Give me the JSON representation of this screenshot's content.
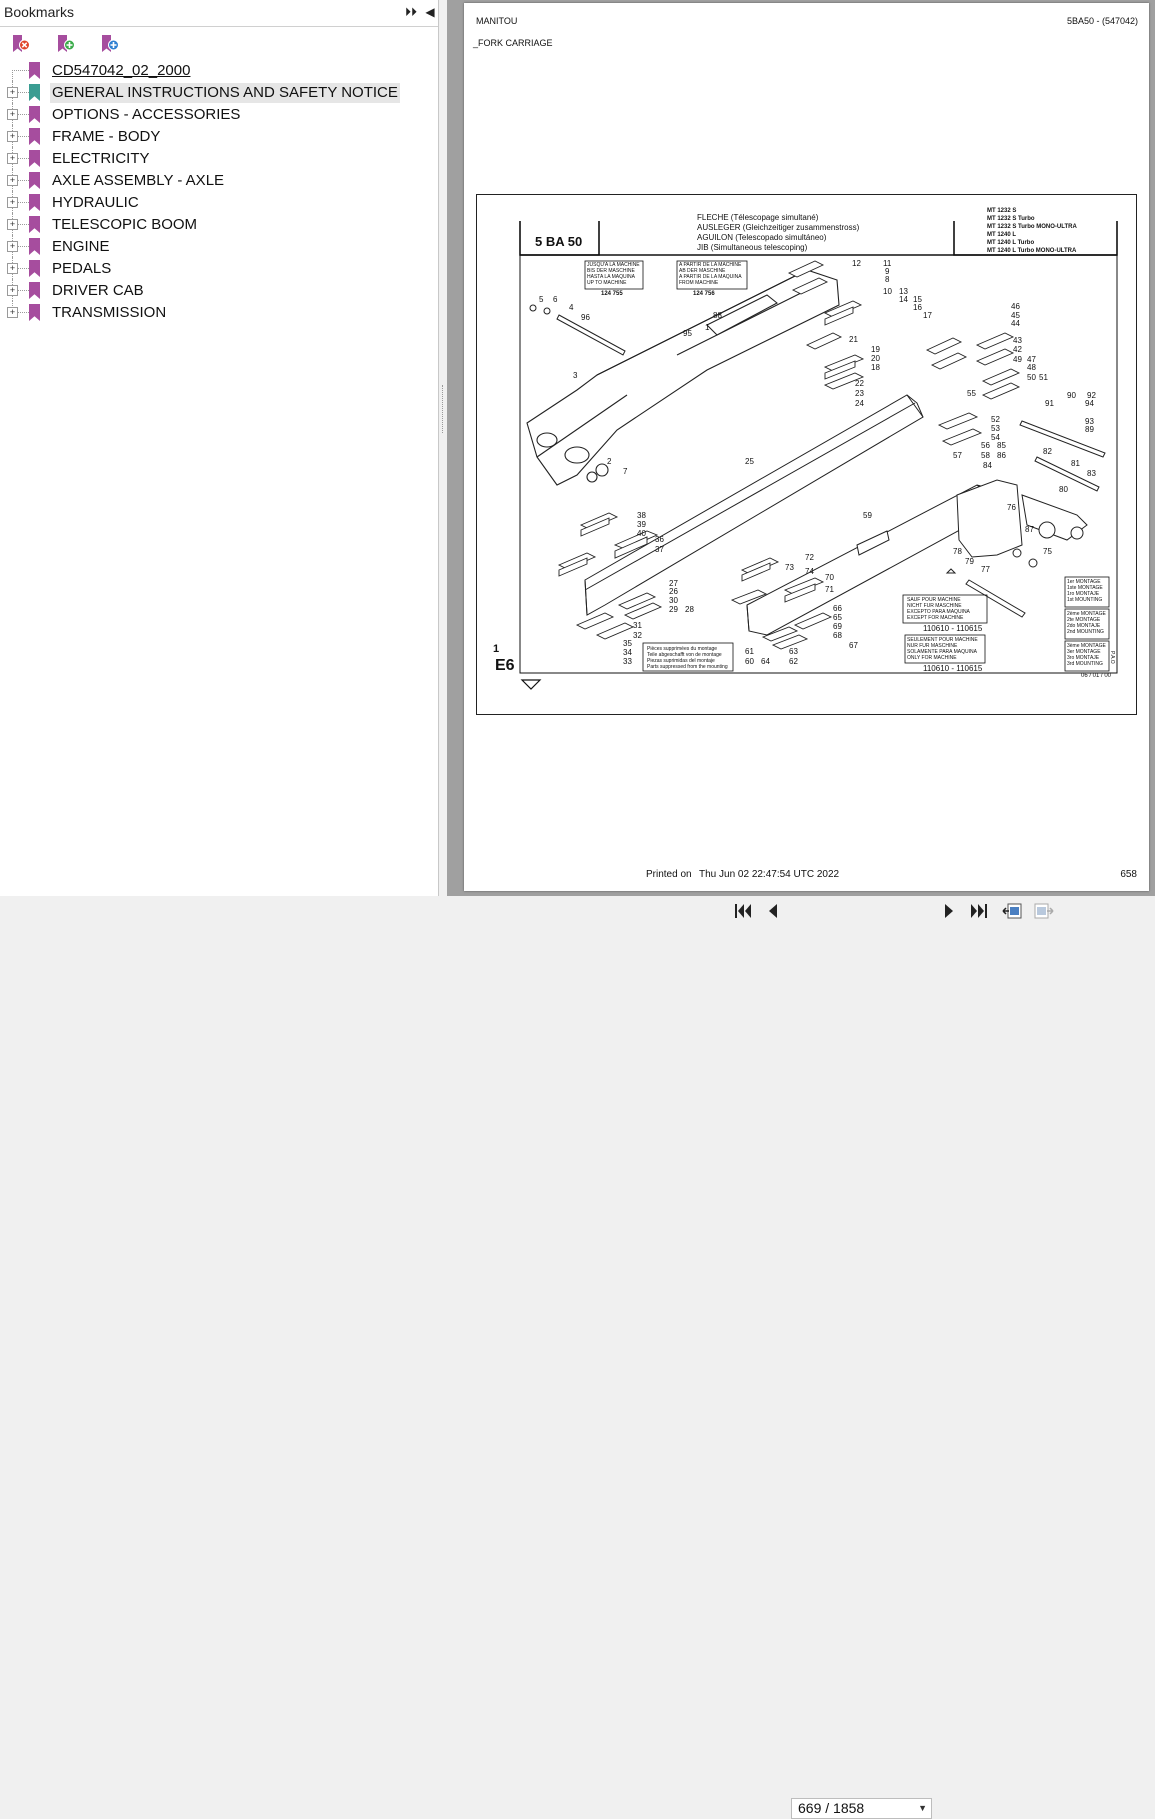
{
  "sidebar": {
    "title": "Bookmarks",
    "items": [
      {
        "label": "CD547042_02_2000",
        "expandable": false
      },
      {
        "label": "GENERAL INSTRUCTIONS AND SAFETY NOTICE",
        "expandable": true
      },
      {
        "label": "OPTIONS - ACCESSORIES",
        "expandable": true
      },
      {
        "label": "FRAME - BODY",
        "expandable": true
      },
      {
        "label": "ELECTRICITY",
        "expandable": true
      },
      {
        "label": "AXLE ASSEMBLY - AXLE",
        "expandable": true
      },
      {
        "label": "HYDRAULIC",
        "expandable": true
      },
      {
        "label": "TELESCOPIC BOOM",
        "expandable": true
      },
      {
        "label": "ENGINE",
        "expandable": true
      },
      {
        "label": "PEDALS",
        "expandable": true
      },
      {
        "label": "DRIVER CAB",
        "expandable": true
      },
      {
        "label": "TRANSMISSION",
        "expandable": true
      }
    ]
  },
  "document": {
    "brand": "MANITOU",
    "ref": "5BA50 - (547042)",
    "section": "_FORK CARRIAGE",
    "printed_label": "Printed on",
    "printed_date": "Thu Jun 02 22:47:54 UTC 2022",
    "page_number": "658",
    "drawing": {
      "model_box": "5 BA 50",
      "titles": [
        "FLECHE (Télescopage simultané)",
        "AUSLEGER (Gleichzeitiger zusammenstross)",
        "AGUILON (Telescopado simultáneo)",
        "JIB (Simultaneous telescoping)"
      ],
      "models": [
        "MT 1232 S",
        "MT 1232 S Turbo",
        "MT 1232 S Turbo MONO-ULTRA",
        "MT 1240 L",
        "MT 1240 L Turbo",
        "MT 1240 L Turbo MONO-ULTRA"
      ],
      "sheet_number": "1",
      "sheet_code": "E6",
      "date_code": "06 / 01 / 00",
      "side_code": "P.A.O",
      "note_until": [
        "JUSQU'A LA MACHINE",
        "BIS DER MASCHINE",
        "HASTA LA MAQUINA",
        "UP TO MACHINE"
      ],
      "note_until_no": "124 755",
      "note_from": [
        "A PARTIR DE LA MACHINE",
        "AB DER MASCHINE",
        "A PARTIR DE LA MAQUINA",
        "FROM MACHINE"
      ],
      "note_from_no": "124 756",
      "note_except": [
        "SAUF POUR MACHINE",
        "NICHT FUR MASCHINE",
        "EXCEPTO PARA MAQUINA",
        "EXCEPT FOR MACHINE"
      ],
      "note_except_no": "110610 - 110615",
      "note_only": [
        "SEULEMENT POUR MACHINE",
        "NUR FUR MASCHINE",
        "SOLAMENTE PARA MAQUINA",
        "ONLY FOR MACHINE"
      ],
      "note_only_no": "110610 - 110615",
      "note_suppressed": [
        "Pièces supprimées du montage",
        "Teile abgeschafft von de montage",
        "Piezas suprimidas del montaje",
        "Parts suppressed from the mounting"
      ],
      "legend_1st": [
        "1er MONTAGE",
        "1ste MONTAGE",
        "1ro MONTAJE",
        "1st MOUNTING"
      ],
      "legend_2nd": [
        "2ème MONTAGE",
        "2te MONTAGE",
        "2do MONTAJE",
        "2nd MOUNTING"
      ],
      "legend_3rd": [
        "3ème MONTAGE",
        "3er MONTAGE",
        "3ro MONTAJE",
        "3rd MOUNTING"
      ],
      "part_labels": [
        "1",
        "2",
        "3",
        "4",
        "5",
        "6",
        "7",
        "8",
        "9",
        "10",
        "11",
        "12",
        "13",
        "14",
        "15",
        "16",
        "17",
        "18",
        "19",
        "20",
        "21",
        "22",
        "23",
        "24",
        "25",
        "26",
        "27",
        "28",
        "29",
        "30",
        "31",
        "32",
        "33",
        "34",
        "35",
        "36",
        "37",
        "38",
        "39",
        "40",
        "42",
        "43",
        "44",
        "45",
        "46",
        "47",
        "48",
        "49",
        "50",
        "51",
        "52",
        "53",
        "54",
        "55",
        "56",
        "57",
        "58",
        "59",
        "60",
        "61",
        "62",
        "63",
        "64",
        "65",
        "66",
        "67",
        "68",
        "69",
        "70",
        "71",
        "72",
        "73",
        "74",
        "75",
        "76",
        "77",
        "78",
        "79",
        "80",
        "81",
        "82",
        "83",
        "84",
        "85",
        "86",
        "87",
        "88",
        "89",
        "90",
        "91",
        "92",
        "93",
        "94",
        "95",
        "96"
      ]
    }
  },
  "navigation": {
    "current_page": "669",
    "separator": "/",
    "total_pages": "1858",
    "page_display": "669 / 1858"
  },
  "colors": {
    "bookmark": "#a64d9e",
    "bookmark_selected": "#3a9d92",
    "selection_bg": "#e6e6e6",
    "viewer_bg": "#a0a0a0"
  }
}
